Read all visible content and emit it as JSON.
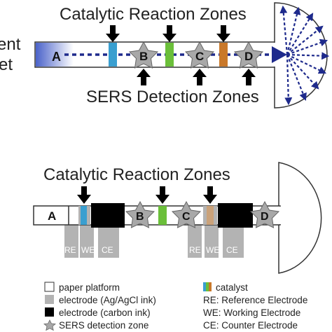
{
  "top_diagram": {
    "cut_label_line1": "ent",
    "cut_label_line2": "et",
    "title_top": "Catalytic Reaction Zones",
    "title_bottom": "SERS Detection Zones",
    "zone_a": "A",
    "zone_b": "B",
    "zone_c": "C",
    "zone_d": "D"
  },
  "bottom_diagram": {
    "title": "Catalytic Reaction Zones",
    "zone_a": "A",
    "zone_b": "B",
    "zone_c": "C",
    "zone_d": "D",
    "electrode_labels": [
      "RE",
      "WE",
      "CE",
      "RE",
      "WE",
      "CE"
    ]
  },
  "legend": {
    "paper_platform": "paper platform",
    "electrode_ag": "electrode (Ag/AgCl ink)",
    "electrode_carbon": "electrode (carbon ink)",
    "sers_zone": "SERS detection zone",
    "catalyst": "catalyst",
    "re": "RE: Reference Electrode",
    "we": "WE: Working Electrode",
    "ce": "CE: Counter Electrode"
  },
  "colors": {
    "catalyst_blue": "#3a9fd0",
    "catalyst_green": "#6bbf3a",
    "catalyst_orange": "#c9782a",
    "catalyst_tan": "#caa27a",
    "flow_arrow": "#1e2a8c",
    "star_fill": "#a8a8a8",
    "ag_electrode": "#b3b3b3",
    "carbon_electrode": "#000000"
  }
}
